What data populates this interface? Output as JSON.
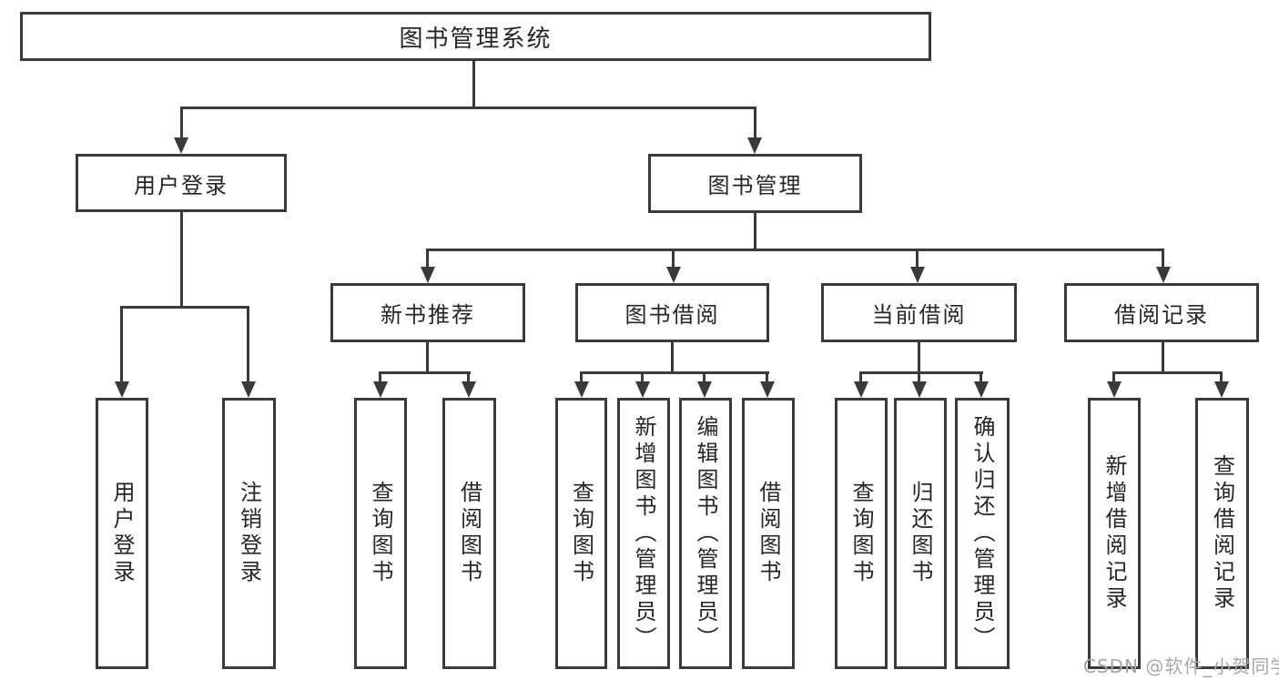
{
  "colors": {
    "line": "#3a3a3a",
    "text": "#262626",
    "watermark": "#a6a6a6",
    "background": "#ffffff"
  },
  "diagram": {
    "root": "图书管理系统",
    "login": {
      "label": "用户登录",
      "children": [
        "用户登录",
        "注销登录"
      ]
    },
    "management": {
      "label": "图书管理",
      "groups": [
        {
          "label": "新书推荐",
          "children": [
            "查询图书",
            "借阅图书"
          ]
        },
        {
          "label": "图书借阅",
          "children": [
            "查询图书",
            "新增图书（管理员）",
            "编辑图书（管理员）",
            "借阅图书"
          ]
        },
        {
          "label": "当前借阅",
          "children": [
            "查询图书",
            "归还图书",
            "确认归还（管理员）"
          ]
        },
        {
          "label": "借阅记录",
          "children": [
            "新增借阅记录",
            "查询借阅记录"
          ]
        }
      ]
    }
  },
  "watermark": "CSDN @软件_小贺同学"
}
